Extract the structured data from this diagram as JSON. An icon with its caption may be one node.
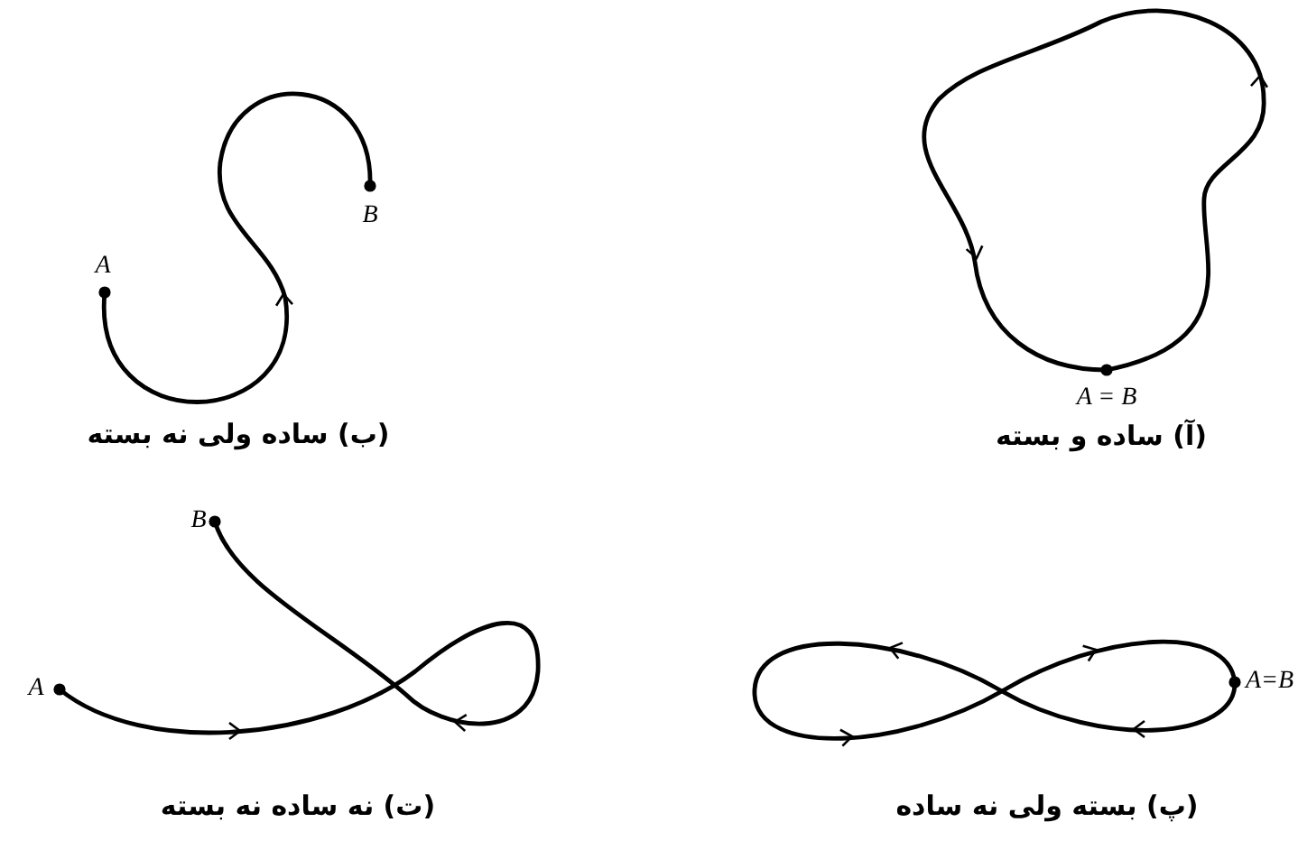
{
  "diagram": {
    "labels": [
      "B",
      "A",
      "A = B",
      "(ب) ساده ولی نه بسته",
      "(آ) ساده و بسته",
      "B",
      "A",
      "A=B",
      "(ت) نه ساده نه بسته",
      "(پ) بسته ولی نه ساده"
    ]
  }
}
